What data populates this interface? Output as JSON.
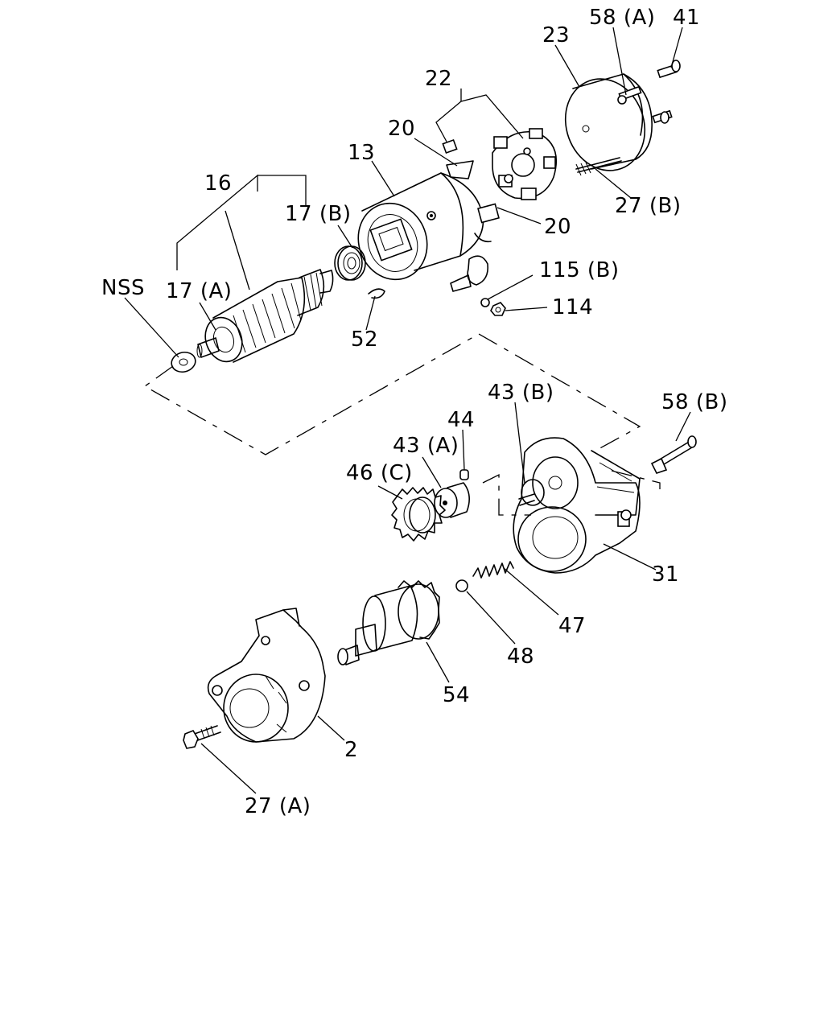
{
  "labels": {
    "p58a": "58 (A)",
    "p41": "41",
    "p23": "23",
    "p22": "22",
    "p20_upper": "20",
    "p13": "13",
    "p27b": "27 (B)",
    "p20_lower": "20",
    "p16": "16",
    "p17b": "17 (B)",
    "pnss": "NSS",
    "p17a": "17 (A)",
    "p115b": "115 (B)",
    "p114": "114",
    "p52": "52",
    "p43b": "43 (B)",
    "p58b": "58 (B)",
    "p44": "44",
    "p43a": "43 (A)",
    "p46c": "46 (C)",
    "p31": "31",
    "p47": "47",
    "p48": "48",
    "p54": "54",
    "p2": "2",
    "p27a": "27 (A)"
  }
}
